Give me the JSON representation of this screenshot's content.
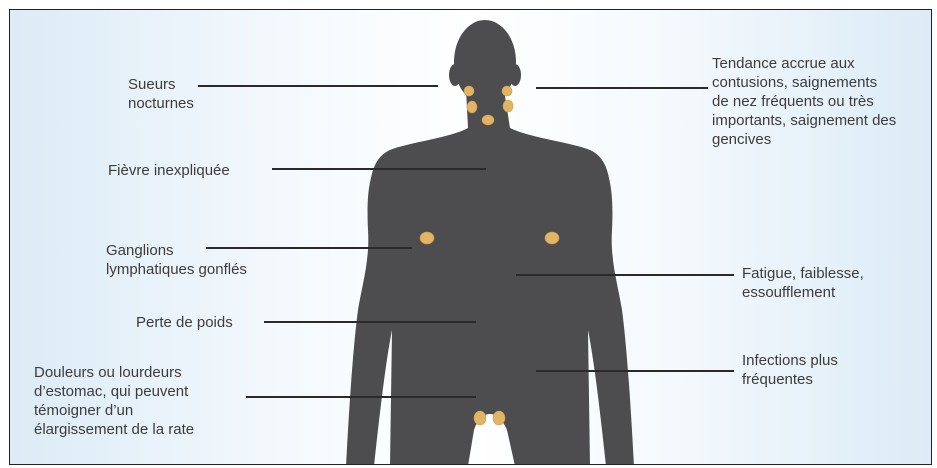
{
  "colors": {
    "body": "#4d4d4f",
    "node": "#e2b566",
    "text": "#3c3c3c",
    "leader": "#2a2a2a"
  },
  "labels": {
    "night_sweats": "Sueurs\nnocturnes",
    "unexplained_fever": "Fièvre inexpliquée",
    "swollen_glands": "Ganglions\nlymphatiques gonflés",
    "weight_loss": "Perte de poids",
    "stomach_pain": "Douleurs ou lourdeurs\nd’estomac, qui peuvent\ntémoigner d’un\nélargissement de la rate",
    "bruising_bleeding": "Tendance accrue aux\ncontusions, saignements\nde nez fréquents ou très\nimportants, saignement des\ngencives",
    "fatigue": "Fatigue, faiblesse,\nessoufflement",
    "infections": "Infections plus\nfréquentes"
  }
}
